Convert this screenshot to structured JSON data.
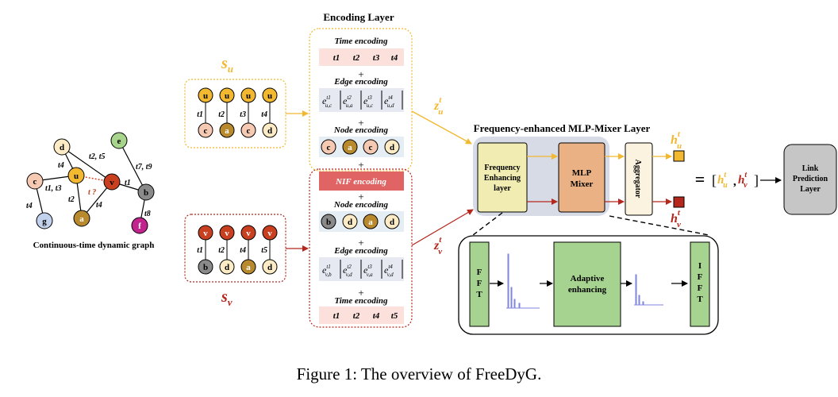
{
  "caption": "Figure 1: The overview of FreeDyG.",
  "graph": {
    "title": "Continuous-time dynamic graph",
    "nodes": [
      "d",
      "e",
      "u",
      "c",
      "v",
      "b",
      "a",
      "g",
      "f"
    ],
    "edge_labels": {
      "t2t5": "t2, t5",
      "t4_du": "t4",
      "t1t3": "t1, t3",
      "t2_ua": "t2",
      "t4_cg": "t4",
      "query": "t ?",
      "t4_va": "t4",
      "t1_vb": "t1",
      "t7t9": "t7, t9",
      "t8": "t8"
    }
  },
  "seq_u": {
    "symbol": "s",
    "sub": "u",
    "top": [
      "u",
      "u",
      "u",
      "u"
    ],
    "times": [
      "t1",
      "t2",
      "t3",
      "t4"
    ],
    "bottom": [
      "c",
      "a",
      "c",
      "d"
    ]
  },
  "seq_v": {
    "symbol": "s",
    "sub": "v",
    "top": [
      "v",
      "v",
      "v",
      "v"
    ],
    "times": [
      "t1",
      "t2",
      "t4",
      "t5"
    ],
    "bottom": [
      "b",
      "d",
      "a",
      "d"
    ]
  },
  "encoding": {
    "title": "Encoding Layer",
    "time_label": "Time encoding",
    "edge_label": "Edge encoding",
    "node_label": "Node encoding",
    "nif_label": "NIF encoding",
    "plus": "+",
    "u_times": [
      "t1",
      "t2",
      "t3",
      "t4"
    ],
    "v_times": [
      "t1",
      "t2",
      "t4",
      "t5"
    ],
    "u_edges": [
      {
        "sup": "t1",
        "sub": "u,c"
      },
      {
        "sup": "t2",
        "sub": "u,a"
      },
      {
        "sup": "t3",
        "sub": "u,c"
      },
      {
        "sup": "t4",
        "sub": "u,d"
      }
    ],
    "v_edges": [
      {
        "sup": "t1",
        "sub": "v,b"
      },
      {
        "sup": "t2",
        "sub": "v,d"
      },
      {
        "sup": "t3",
        "sub": "v,a"
      },
      {
        "sup": "t4",
        "sub": "v,d"
      }
    ],
    "u_nodes": [
      "c",
      "a",
      "c",
      "d"
    ],
    "v_nodes": [
      "b",
      "d",
      "a",
      "d"
    ],
    "edge_letter": "e"
  },
  "z": {
    "letter": "z",
    "u_sub": "u",
    "v_sub": "v",
    "sup": "t"
  },
  "mixer": {
    "title": "Frequency-enhanced MLP-Mixer Layer",
    "freq_lines": [
      "Frequency",
      "Enhancing",
      "layer"
    ],
    "mlp_lines": [
      "MLP",
      "Mixer"
    ],
    "aggregator": "Aggregator"
  },
  "h": {
    "letter": "h",
    "u_sub": "u",
    "v_sub": "v",
    "sup": "t"
  },
  "equals": "=",
  "concat": {
    "open": "[",
    "close": "]",
    "comma": ","
  },
  "link_pred": [
    "Link",
    "Prediction",
    "Layer"
  ],
  "detail": {
    "fft": [
      "F",
      "F",
      "T"
    ],
    "ifft": [
      "I",
      "F",
      "F",
      "T"
    ],
    "adaptive": [
      "Adaptive",
      "enhancing"
    ]
  },
  "colors": {
    "su": "#f2b830",
    "sv": "#b5261c",
    "node_u": "#f2b830",
    "node_v": "#c8401f",
    "node_c": "#f6c9b3",
    "node_a": "#b88a2d",
    "node_d": "#fcebc4",
    "node_b": "#8a8a8a",
    "node_e": "#a8d58c",
    "node_g": "#c2d2ec",
    "node_f": "#c2248e",
    "time_strip": "#fbe0dc",
    "edge_strip": "#e6e9f2",
    "node_strip": "#e6eef5",
    "nif": "#e06464",
    "mixer_bg": "#d6dbe6",
    "freq": "#f1ecb1",
    "mlp": "#eab184",
    "aggregator": "#fbf2df",
    "link": "#c6c6c6",
    "green_block": "#a6d490",
    "spectrum": "#7f86dc"
  }
}
